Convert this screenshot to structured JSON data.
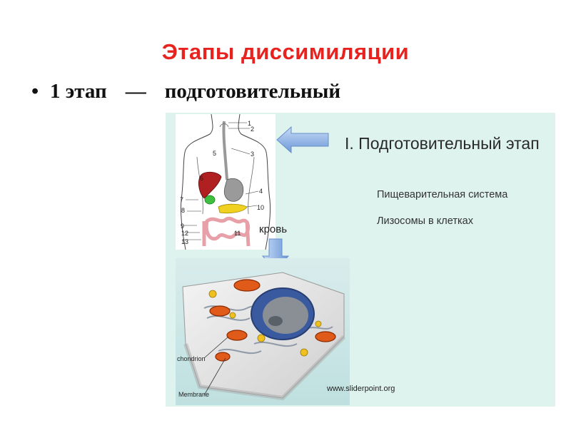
{
  "slide": {
    "title": "Этапы диссимиляции",
    "bullet": "•",
    "stage_number": "1 этап",
    "dash": "—",
    "stage_name": "подготовительный"
  },
  "panel": {
    "background": "#dff3ee",
    "stage_heading": "I. Подготовительный этап",
    "note_digestive": "Пищеварительная система",
    "note_lysosomes": "Лизосомы в клетках",
    "blood_label": "кровь",
    "watermark": "www.sliderpoint.org"
  },
  "anatomy_numbers": [
    "1",
    "2",
    "3",
    "4",
    "5",
    "6",
    "7",
    "8",
    "9",
    "10",
    "11",
    "12",
    "13"
  ],
  "cell_captions": {
    "mitochondrion": "chondrion",
    "membrane": "Membrane"
  },
  "colors": {
    "title": "#e8231f",
    "arrow": "#7aa4e0",
    "liver": "#b02020",
    "gallbladder": "#3fbf3f",
    "pancreas": "#f0d020",
    "intestine": "#e8a0a8"
  }
}
